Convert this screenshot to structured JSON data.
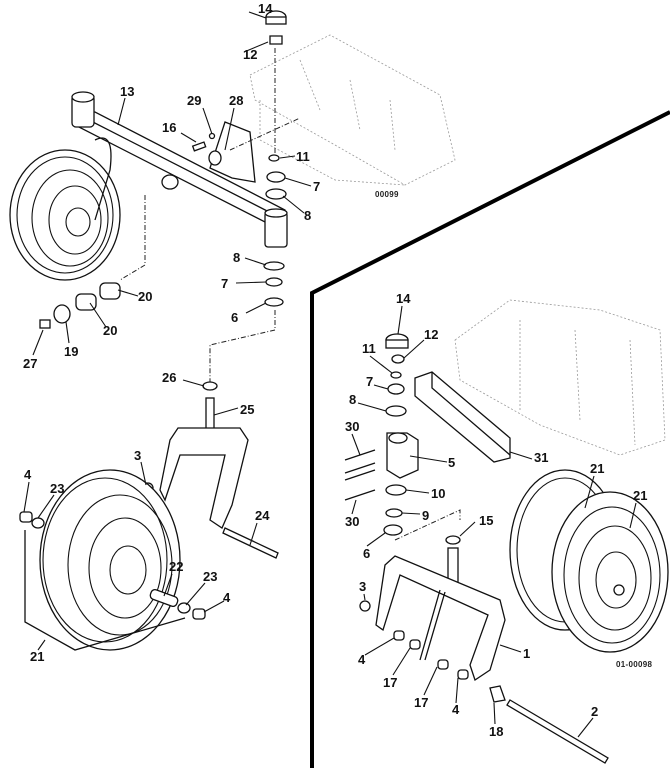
{
  "diagram": {
    "title": "Caster wheel assembly exploded parts diagram",
    "upper_left_view": {
      "figure_id": "00099",
      "callouts": [
        {
          "id": "c14a",
          "label": "14"
        },
        {
          "id": "c12a",
          "label": "12"
        },
        {
          "id": "c13",
          "label": "13"
        },
        {
          "id": "c29",
          "label": "29"
        },
        {
          "id": "c28",
          "label": "28"
        },
        {
          "id": "c16",
          "label": "16"
        },
        {
          "id": "c11a",
          "label": "11"
        },
        {
          "id": "c7a",
          "label": "7"
        },
        {
          "id": "c8a",
          "label": "8"
        },
        {
          "id": "c8b",
          "label": "8"
        },
        {
          "id": "c7b",
          "label": "7"
        },
        {
          "id": "c6a",
          "label": "6"
        },
        {
          "id": "c20a",
          "label": "20"
        },
        {
          "id": "c20b",
          "label": "20"
        },
        {
          "id": "c19",
          "label": "19"
        },
        {
          "id": "c27",
          "label": "27"
        },
        {
          "id": "c26",
          "label": "26"
        },
        {
          "id": "c25",
          "label": "25"
        },
        {
          "id": "c3a",
          "label": "3"
        },
        {
          "id": "c4a",
          "label": "4"
        },
        {
          "id": "c23a",
          "label": "23"
        },
        {
          "id": "c24",
          "label": "24"
        },
        {
          "id": "c22",
          "label": "22"
        },
        {
          "id": "c23b",
          "label": "23"
        },
        {
          "id": "c4b",
          "label": "4"
        },
        {
          "id": "c21a",
          "label": "21"
        }
      ]
    },
    "lower_right_view": {
      "figure_id": "01-00098",
      "callouts": [
        {
          "id": "c14b",
          "label": "14"
        },
        {
          "id": "c12b",
          "label": "12"
        },
        {
          "id": "c11b",
          "label": "11"
        },
        {
          "id": "c7c",
          "label": "7"
        },
        {
          "id": "c8c",
          "label": "8"
        },
        {
          "id": "c30a",
          "label": "30"
        },
        {
          "id": "c5",
          "label": "5"
        },
        {
          "id": "c31",
          "label": "31"
        },
        {
          "id": "c21b",
          "label": "21"
        },
        {
          "id": "c21c",
          "label": "21"
        },
        {
          "id": "c10",
          "label": "10"
        },
        {
          "id": "c9",
          "label": "9"
        },
        {
          "id": "c30b",
          "label": "30"
        },
        {
          "id": "c15",
          "label": "15"
        },
        {
          "id": "c6b",
          "label": "6"
        },
        {
          "id": "c3b",
          "label": "3"
        },
        {
          "id": "c1",
          "label": "1"
        },
        {
          "id": "c4c",
          "label": "4"
        },
        {
          "id": "c17a",
          "label": "17"
        },
        {
          "id": "c17b",
          "label": "17"
        },
        {
          "id": "c4d",
          "label": "4"
        },
        {
          "id": "c18",
          "label": "18"
        },
        {
          "id": "c2",
          "label": "2"
        }
      ]
    }
  }
}
